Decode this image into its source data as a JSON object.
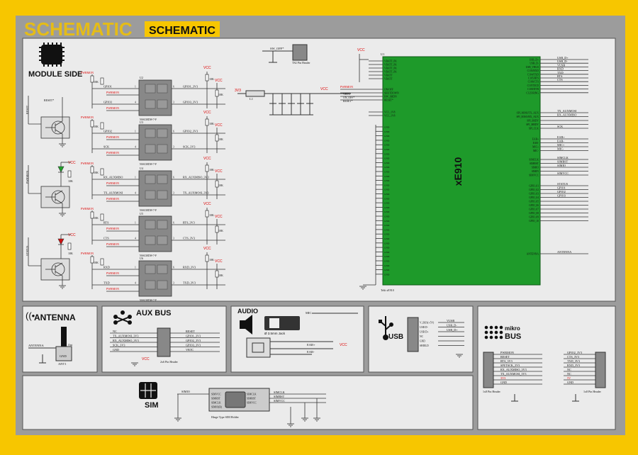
{
  "header": {
    "watermark": "SCHEMATIC",
    "title": "SCHEMATIC"
  },
  "panels": {
    "module_side": "MODULE SIDE",
    "antenna": "ANTENNA",
    "aux_bus": "AUX BUS",
    "audio": "AUDIO",
    "usb": "USB",
    "mikrobus": "mikro BUS",
    "sim": "SIM"
  },
  "chip": {
    "name": "xE910",
    "ref": "U1",
    "left_pins_top": [
      "VBATT_PA",
      "VBATT_PA",
      "VBATT_PA",
      "VBATT_PA",
      "VBATT",
      "VBATT"
    ],
    "left_pins_mid": [
      "ON/OFF",
      "SHUTDOWN",
      "HW_SHDN",
      "RESET*"
    ],
    "left_pins_v": [
      "VCC_1V8",
      "VCC_1V8"
    ],
    "left_gnd_count": 34,
    "left_gnd_label": "GND",
    "right_pins": [
      "USB_D+",
      "USB_D-",
      "USB_VBUS",
      "C103/RXD",
      "C104/TXD",
      "C105/RTS",
      "C106/CTS",
      "C107/DCD",
      "C108/DTR",
      "C125/RING"
    ],
    "right_nets": [
      "USB_D+",
      "USB_D-",
      "VUSB",
      "RXD",
      "TXD",
      "RTS",
      "CTS"
    ],
    "right_aux": [
      "SPI_MOSI/TX_AUX",
      "SPI_MISO/RX_AUX",
      "SPI_SRDY",
      "SPI_MRDY",
      "SPI_CLK"
    ],
    "right_aux_nets": [
      "TX_AUXMOSI",
      "RX_AUXMISO",
      "",
      "",
      "SCK"
    ],
    "right_ear": [
      "EAR+",
      "EAR-",
      "MIC+",
      "MIC-"
    ],
    "right_sim": [
      "SIMCLK",
      "SIMRST",
      "SIMIO",
      "SIMIN",
      "SIMVCC"
    ],
    "right_sim_nets": [
      "SIMCLK",
      "SIMRST",
      "SIMIO",
      "",
      "SIMVCC"
    ],
    "right_gpio": [
      "GPIO_01",
      "GPIO_02",
      "GPIO_03",
      "GPIO_04",
      "GPIO_05",
      "GPIO_06",
      "GPIO_07",
      "GPIO_08",
      "GPIO_09",
      "GPIO_10"
    ],
    "right_gpio_nets": [
      "STATUS",
      "GPIO1",
      "GPIO2",
      "GPIO3"
    ],
    "antenna_pin": "ANTENNA",
    "footer": "Telit xE910"
  },
  "level_shifters": [
    {
      "ref": "U2",
      "part": "NSS138DW-7-F",
      "nets_l": [
        "GPIO1",
        "GPIO3"
      ],
      "nets_r": [
        "GPIO1_3V3",
        "GPIO3_3V3"
      ]
    },
    {
      "ref": "U3",
      "part": "NSS138DW-7-F",
      "nets_l": [
        "GPIO2",
        "SCK"
      ],
      "nets_r": [
        "GPIO2_3V3",
        "SCK_3V3"
      ]
    },
    {
      "ref": "U4",
      "part": "NSS138DW-7-F",
      "nets_l": [
        "RX_AUXMISO",
        "TX_AUXMOSI"
      ],
      "nets_r": [
        "RX_AUXMISO_3V3",
        "TX_AUXMOSI_3V3"
      ]
    },
    {
      "ref": "U5",
      "part": "NSS138DW-7-F",
      "nets_l": [
        "RTS",
        "CTS"
      ],
      "nets_r": [
        "RTS_3V3",
        "CTS_3V3"
      ]
    },
    {
      "ref": "U6",
      "part": "NSS138DW-7-F",
      "nets_l": [
        "RXD",
        "TXD"
      ],
      "nets_r": [
        "RXD_3V3",
        "TXD_3V3"
      ]
    }
  ],
  "labels": {
    "pwrmon": "PWRMON",
    "vcc": "VCC",
    "gnd": "GND",
    "r10k": "10K",
    "reset": "RESET",
    "status": "STATUS",
    "sw_ref": "SW_OFF*",
    "header2": "TS2 Pin Header",
    "v3v3": "3V3",
    "l1": "L1",
    "ant1": "ANT1",
    "ant_net": "ANTENNA",
    "ant_out": "Out",
    "aux_header": "2x6 Pin Header",
    "jack_label": "Ø 3.5mm Jack",
    "mic": "MIC",
    "ear_p": "EAR+",
    "ear_m": "EAR-",
    "sim_holder": "Hinge Type SIM Holder",
    "mikro_l_header": "1x8 Pin Header",
    "mikro_r_header": "1x8 Pin Header"
  },
  "aux_bus": {
    "left_nets": [
      "NC",
      "TX_AUXMOSI_3V3",
      "RX_AUXMISO_3V3",
      "SCK_3V3",
      "GND"
    ],
    "right_nets": [
      "RESET",
      "GPIO1_3V3",
      "GPIO2_3V3",
      "GPIO3_3V3",
      "VBTC"
    ]
  },
  "usb": {
    "pins": [
      "V_BUS(+5V)",
      "USB D-",
      "USB D+",
      "NC",
      "GND",
      "SHIELD"
    ],
    "nets": [
      "VUSB",
      "USB_D-",
      "USB_D+"
    ]
  },
  "sim": {
    "pins_l": [
      "SIMVCC",
      "SIMRST",
      "SIMCLK",
      "SIMIO(R)"
    ],
    "pins_r": [
      "SIMCLK",
      "SIMRST",
      "SIMVCC"
    ],
    "nets": [
      "SIMIO",
      "SIMCLK",
      "SIMRST",
      "SIMVCC"
    ]
  },
  "mikrobus": {
    "left": [
      "PWRMON",
      "RESET",
      "RTS_3V3",
      "SPI/TSCK_3V3",
      "RX_AUXMISO_3V3",
      "TX_AUXMOSI_3V3",
      "3V3",
      "GND"
    ],
    "right": [
      "GPIO2_3V3",
      "CTS_3V3",
      "TXD_3V3",
      "RXD_3V3",
      "NC",
      "NC",
      "5V",
      "GND"
    ]
  }
}
